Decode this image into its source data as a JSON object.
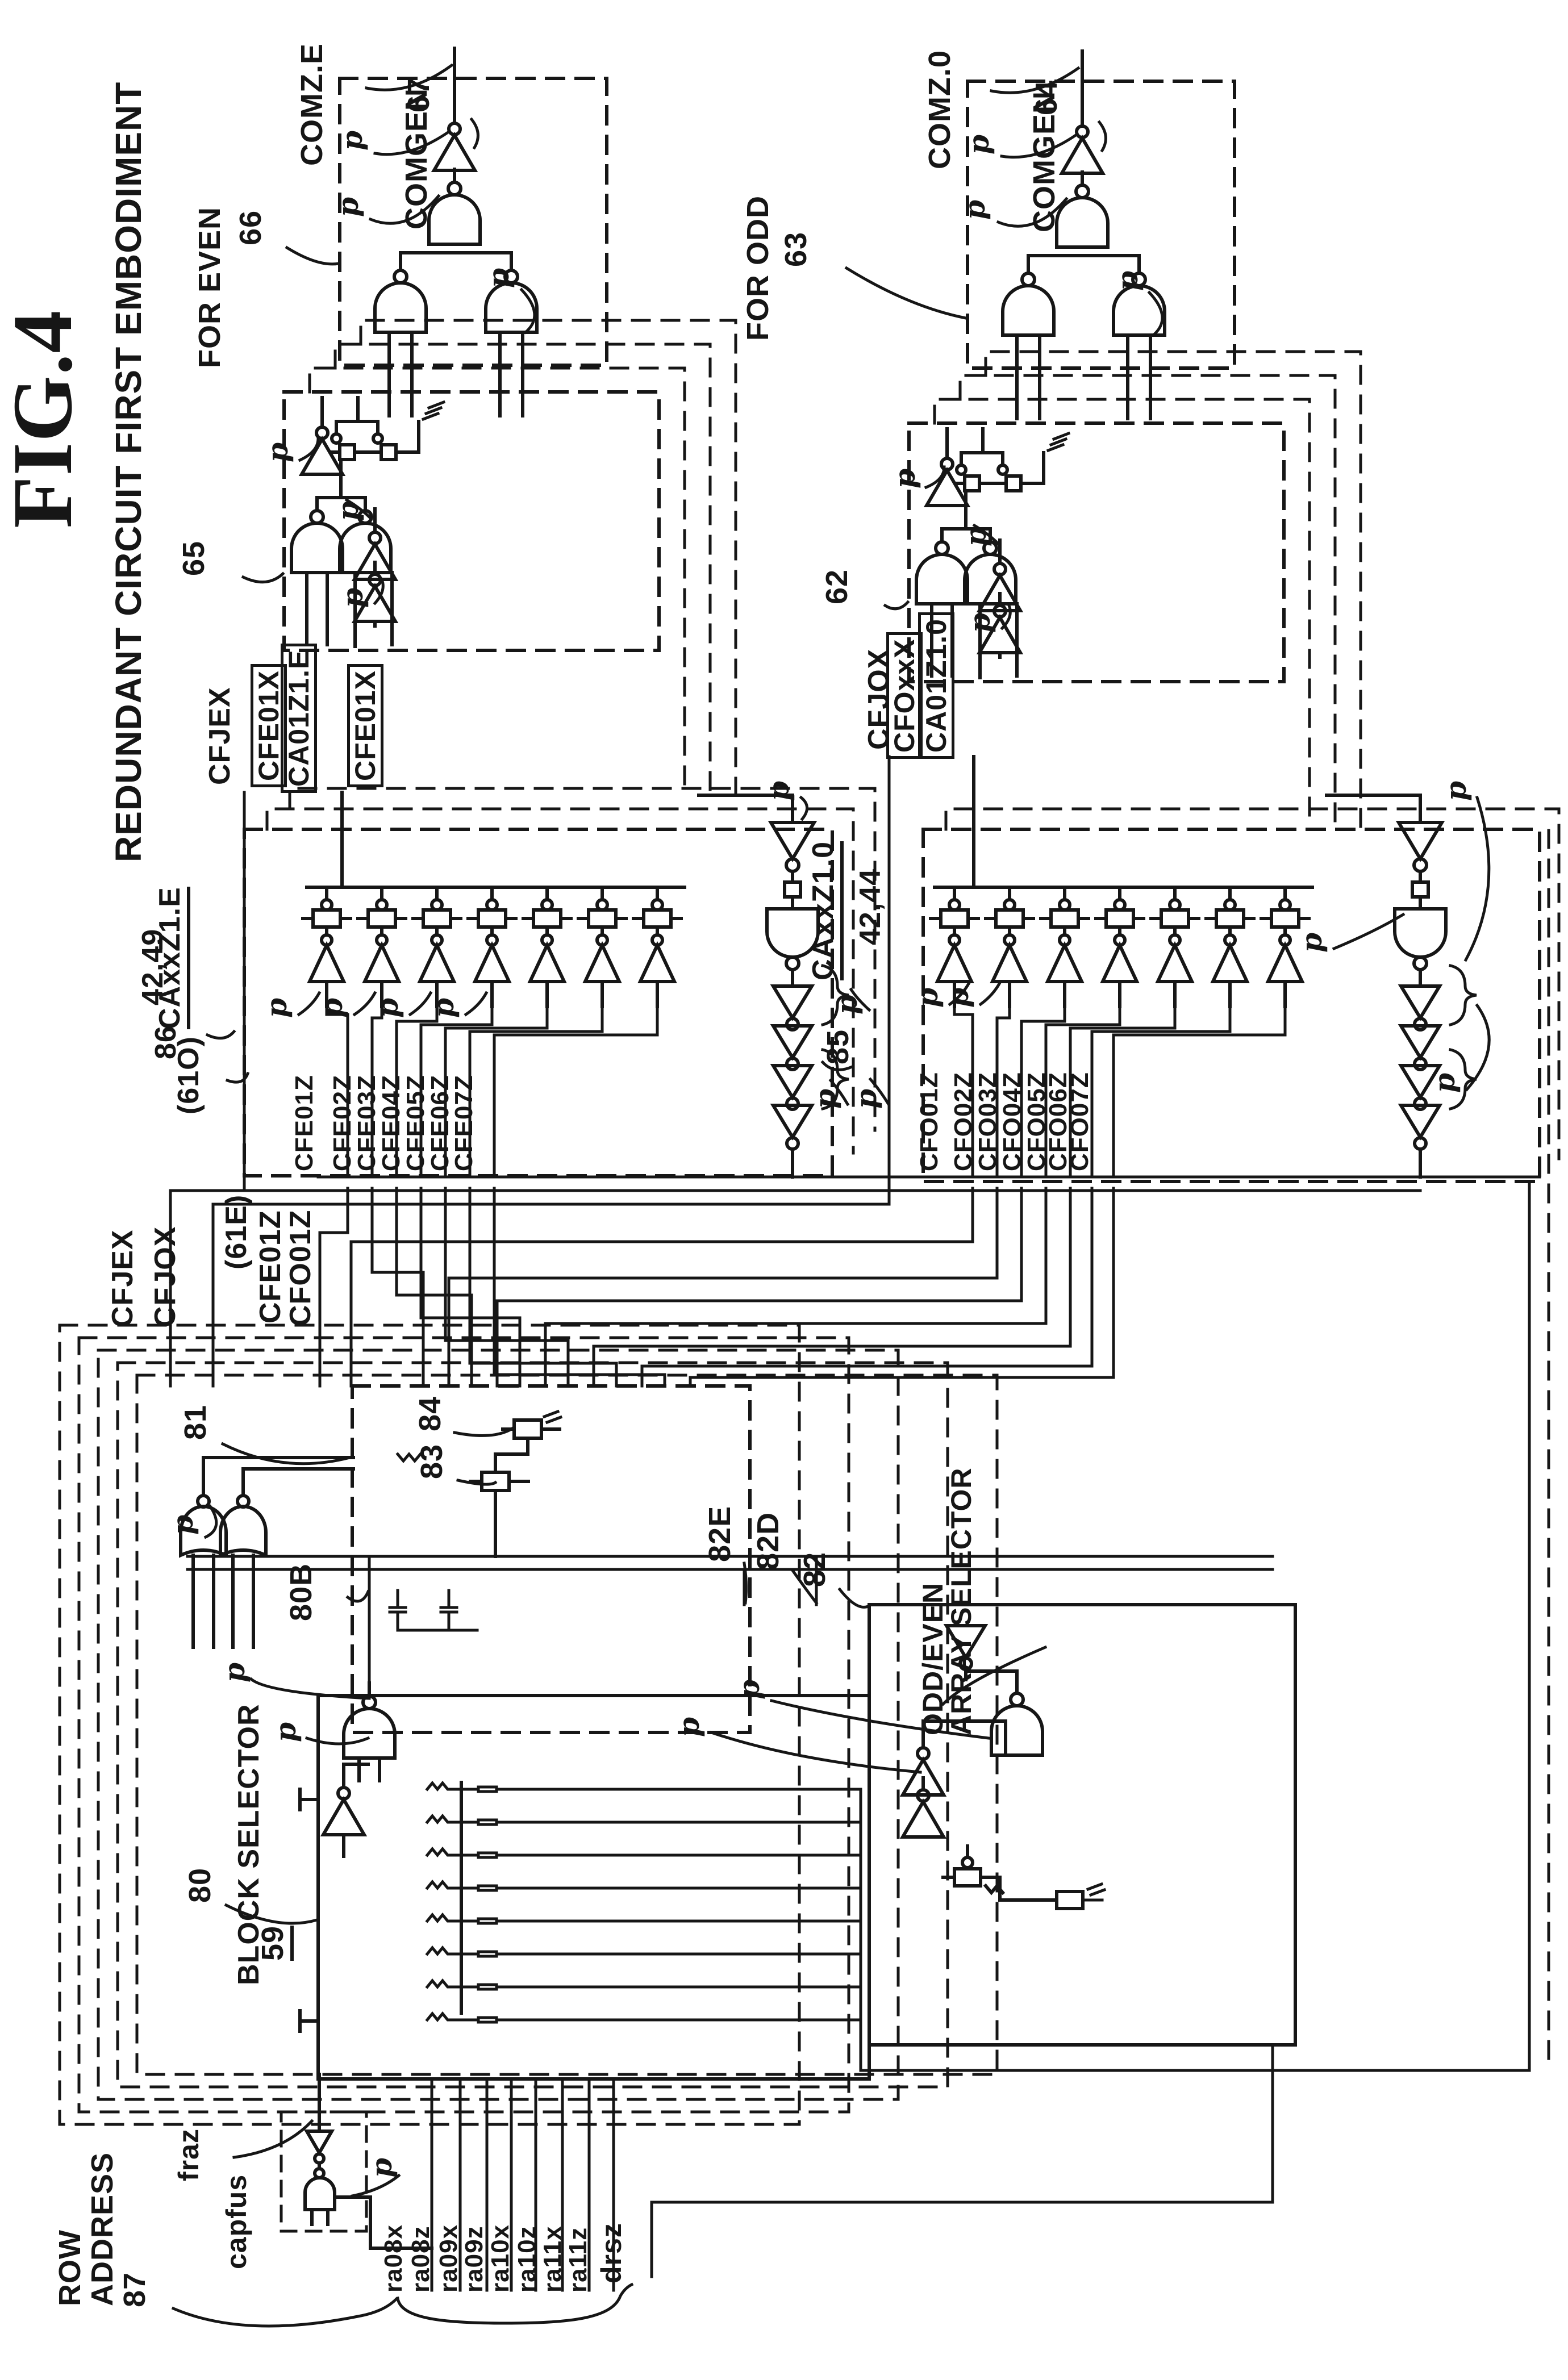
{
  "figure": {
    "title": "FIG.4",
    "subtitle": "REDUNDANT CIRCUIT FIRST EMBODIMENT"
  },
  "glyphs": {
    "p": "p"
  },
  "refs": {
    "n59": "59",
    "n62": "62",
    "n63": "63",
    "n64": "64",
    "n65": "65",
    "n66": "66",
    "n67": "67",
    "n80": "80",
    "n80b": "80B",
    "n81": "81",
    "n82": "82",
    "n82d": "82D",
    "n82e": "82E",
    "n83": "83",
    "n84": "84",
    "n85": "85",
    "n86": "86",
    "n87": "87",
    "n4249": "42,49",
    "n4244": "42,44",
    "n61o": "(61O)",
    "n61e": "(61E)"
  },
  "even": {
    "section": "FOR EVEN",
    "comz": "COMZ.E",
    "comgen": "COMGEN",
    "cfjex": "CFJEX",
    "cfe01x": "CFE01X",
    "ca01z1e": "CA01Z1.E",
    "caxxz1e": "CAxxZ1.E",
    "outputs": [
      "CFE01Z",
      "CFE02Z",
      "CFE03Z",
      "CFE04Z",
      "CFE05Z",
      "CFE06Z",
      "CFE07Z"
    ]
  },
  "odd": {
    "section": "FOR ODD",
    "comz": "COMZ.0",
    "comgen": "COMGEN",
    "cfjox": "CFJOX",
    "cfoxxx": "CFOxxX",
    "ca01z10": "CA01Z1.0",
    "caxxz10": "CAxxZ1.0",
    "outputs": [
      "CFO01Z",
      "CFO02Z",
      "CFO03Z",
      "CFO04Z",
      "CFO05Z",
      "CFO06Z",
      "CFO07Z"
    ]
  },
  "mid": {
    "cfjex": "CFJEX",
    "cfjox": "CFJOX",
    "cfe01z": "CFE01Z",
    "cfo01z": "CFO01Z"
  },
  "selectors": {
    "block": "BLOCK SELECTOR",
    "odd_even_1": "ODD/EVEN",
    "odd_even_2": "ARRAY SELECTOR"
  },
  "bottom": {
    "row1": "ROW",
    "row2": "ADDRESS",
    "fraz": "fraz",
    "capfus": "capfus",
    "drsz": "drsz",
    "ra": [
      "ra08x",
      "ra08z",
      "ra09x",
      "ra09z",
      "ra10x",
      "ra10z",
      "ra11x",
      "ra11z"
    ]
  }
}
